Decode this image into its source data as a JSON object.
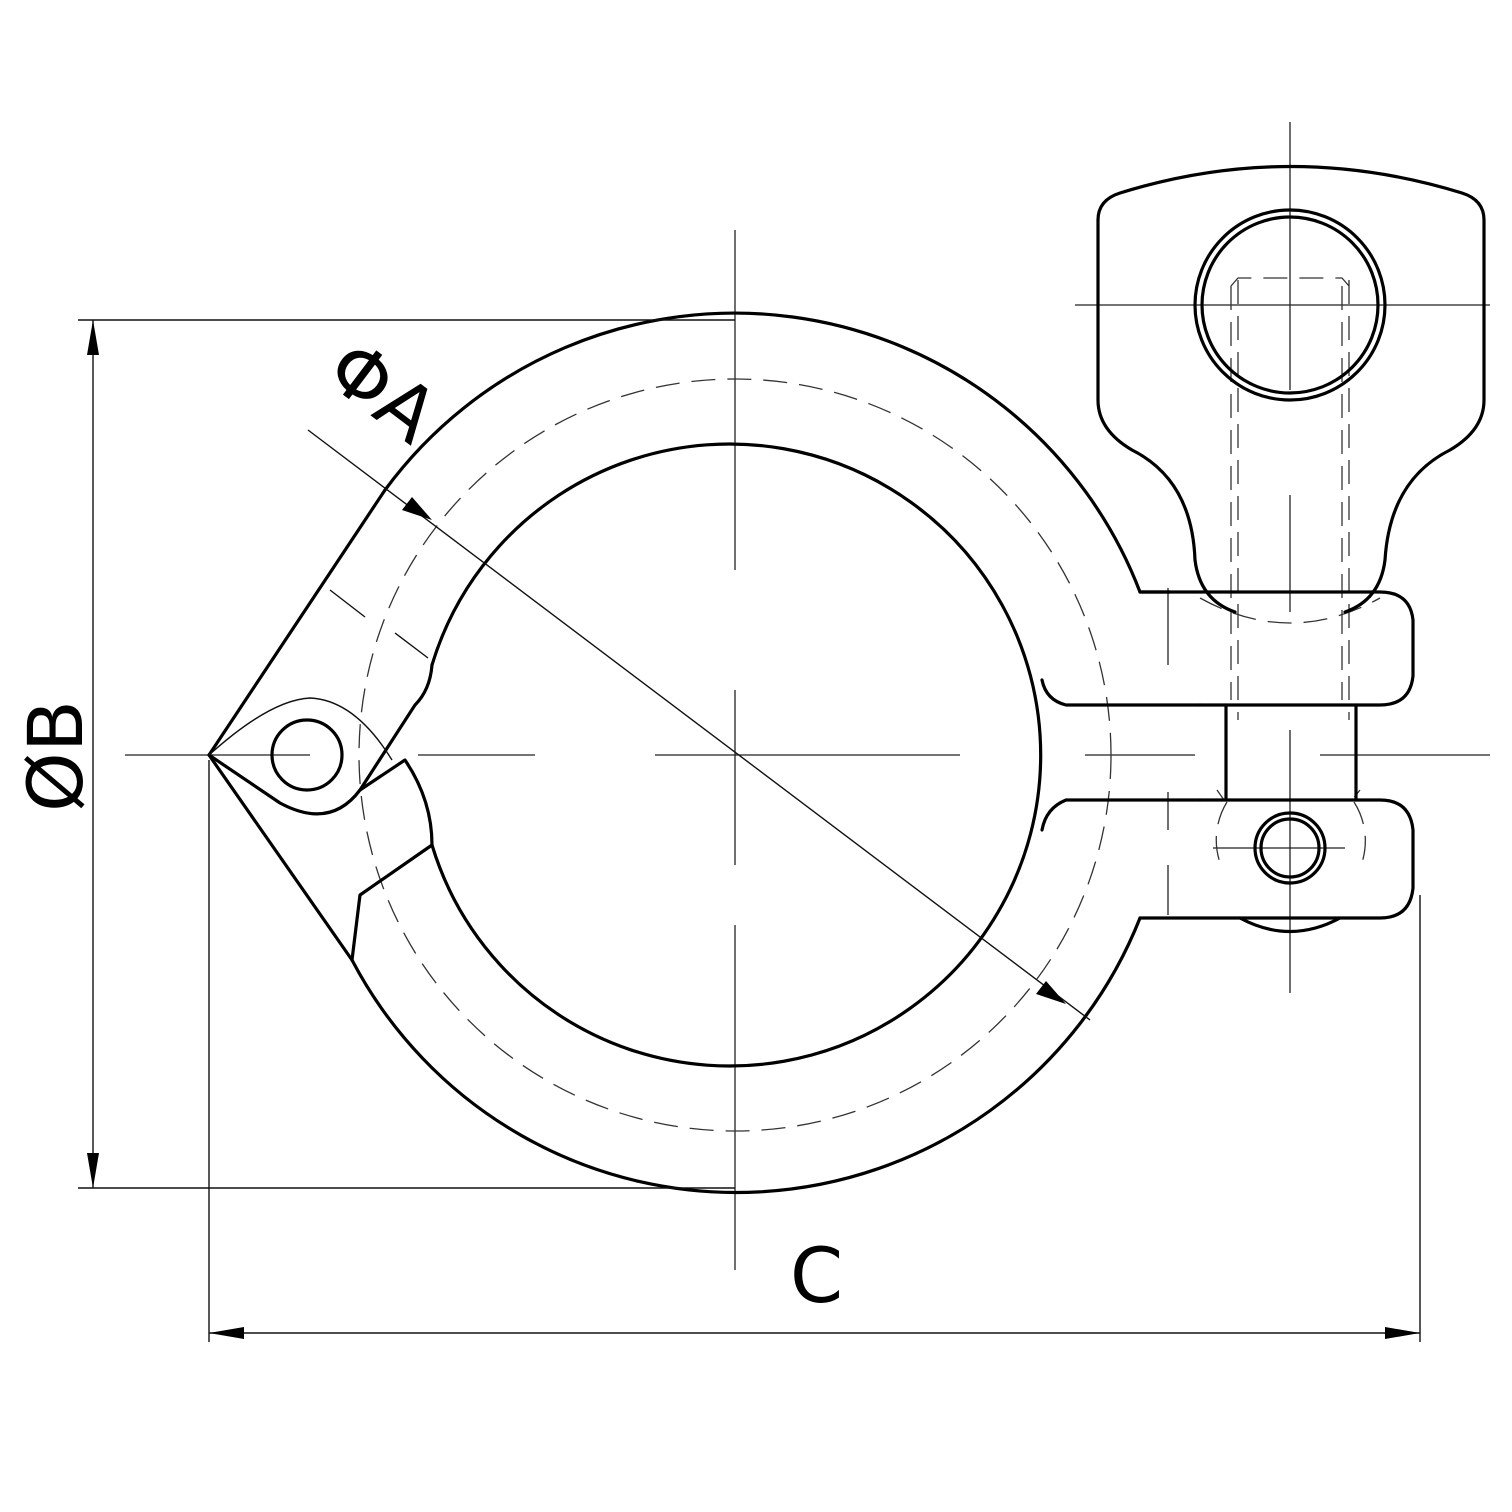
{
  "drawing": {
    "subject": "Tri-clamp (single pin hinged clamp with wing nut)",
    "line_color": "#000000",
    "background": "#ffffff"
  },
  "dimensions": {
    "A": {
      "label": "ΦA",
      "symbol": "Φ",
      "letter": "A",
      "meaning": "inner diameter (diagonal)"
    },
    "B": {
      "label": "ØB",
      "symbol": "Ø",
      "letter": "B",
      "meaning": "outer diameter (vertical)"
    },
    "C": {
      "label": "C",
      "letter": "C",
      "meaning": "overall length (horizontal)"
    }
  }
}
